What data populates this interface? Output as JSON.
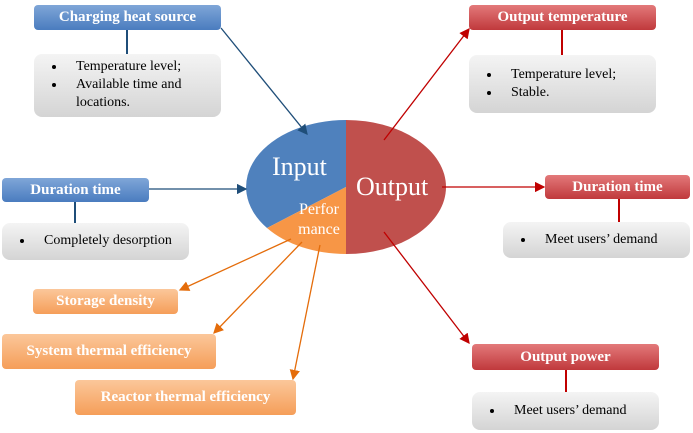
{
  "center": {
    "input": "Input",
    "output": "Output",
    "performance_line1": "Perfor",
    "performance_line2": "mance"
  },
  "inputs": {
    "charging": {
      "title": "Charging heat source",
      "bullets": [
        "Temperature level;",
        "Available time and locations."
      ]
    },
    "duration": {
      "title": "Duration time",
      "bullets": [
        "Completely desorption"
      ]
    }
  },
  "outputs": {
    "temperature": {
      "title": "Output temperature",
      "bullets": [
        "Temperature level;",
        "Stable."
      ]
    },
    "duration": {
      "title": "Duration time",
      "bullets": [
        "Meet users’ demand"
      ]
    },
    "power": {
      "title": "Output power",
      "bullets": [
        "Meet users’ demand"
      ]
    }
  },
  "performance": [
    "Storage density",
    "System thermal efficiency",
    "Reactor thermal efficiency"
  ],
  "colors": {
    "blue": "#4f81bd",
    "red": "#c0504d",
    "orange": "#f79646"
  }
}
